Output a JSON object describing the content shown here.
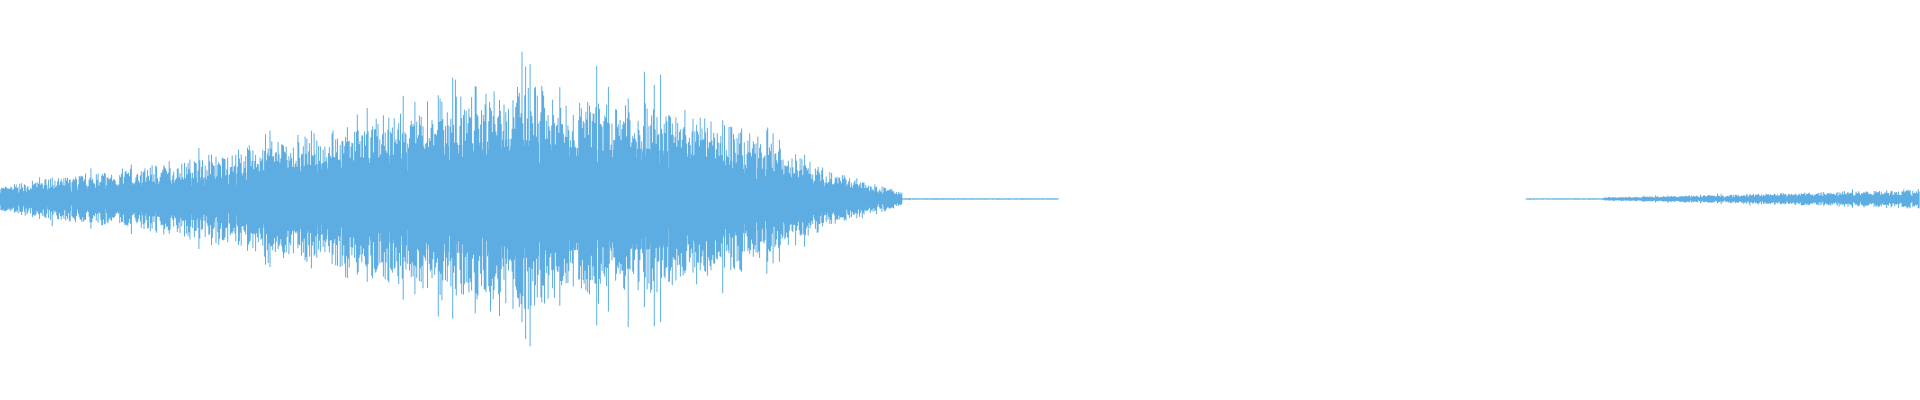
{
  "waveform": {
    "color": "#5dade2",
    "background": "#ffffff",
    "duration_fraction_shown": 1.0,
    "segments": [
      {
        "name": "speech-burst",
        "start": 0.0,
        "end": 0.47,
        "envelope": [
          0.05,
          0.08,
          0.1,
          0.12,
          0.15,
          0.18,
          0.22,
          0.26,
          0.3,
          0.34,
          0.4,
          0.44,
          0.48,
          0.42,
          0.38,
          0.4,
          0.36,
          0.3,
          0.22,
          0.14,
          0.08,
          0.03
        ]
      },
      {
        "name": "silence",
        "start": 0.47,
        "end": 0.835,
        "envelope": [
          0.004,
          0.002,
          0.0,
          0.0,
          0.0,
          0.0,
          0.0,
          0.0,
          0.0,
          0.002
        ]
      },
      {
        "name": "rising-tail",
        "start": 0.835,
        "end": 1.0,
        "envelope": [
          0.008,
          0.01,
          0.014,
          0.018,
          0.022,
          0.026,
          0.03,
          0.036,
          0.04
        ]
      }
    ]
  }
}
